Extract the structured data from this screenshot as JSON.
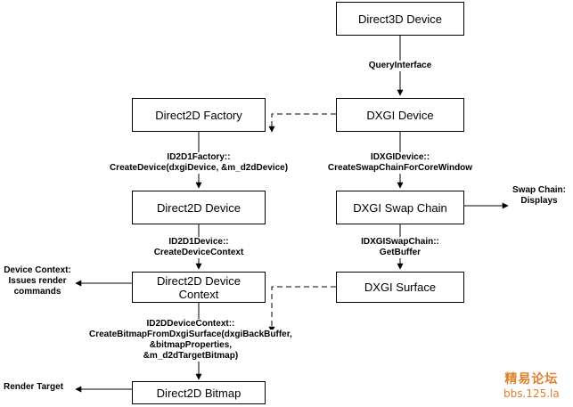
{
  "boxes": {
    "direct3d_device": "Direct3D Device",
    "dxgi_device": "DXGI Device",
    "direct2d_factory": "Direct2D Factory",
    "direct2d_device": "Direct2D Device",
    "dxgi_swap_chain": "DXGI Swap Chain",
    "dxgi_surface": "DXGI Surface",
    "d2d_device_context_line1": "Direct2D Device",
    "d2d_device_context_line2": "Context",
    "direct2d_bitmap": "Direct2D Bitmap"
  },
  "labels": {
    "query_interface": "QueryInterface",
    "create_device_1": "ID2D1Factory::",
    "create_device_2": "CreateDevice(dxgiDevice, &m_d2dDevice)",
    "create_swapchain_1": "IDXGIDevice::",
    "create_swapchain_2": "CreateSwapChainForCoreWindow",
    "create_ctx_1": "ID2D1Device::",
    "create_ctx_2": "CreateDeviceContext",
    "get_buffer_1": "IDXGISwapChain::",
    "get_buffer_2": "GetBuffer",
    "create_bitmap_1": "ID2DDeviceContext::",
    "create_bitmap_2": "CreateBitmapFromDxgiSurface(dxgiBackBuffer,",
    "create_bitmap_3": "&bitmapProperties,",
    "create_bitmap_4": "&m_d2dTargetBitmap)",
    "swap_chain_out_1": "Swap Chain:",
    "swap_chain_out_2": "Displays",
    "device_ctx_out_1": "Device Context:",
    "device_ctx_out_2": "Issues render",
    "device_ctx_out_3": "commands",
    "render_target": "Render Target"
  },
  "watermark": {
    "line1": "精易论坛",
    "line2": "bbs.125.la",
    "color": "#e07f2a"
  }
}
